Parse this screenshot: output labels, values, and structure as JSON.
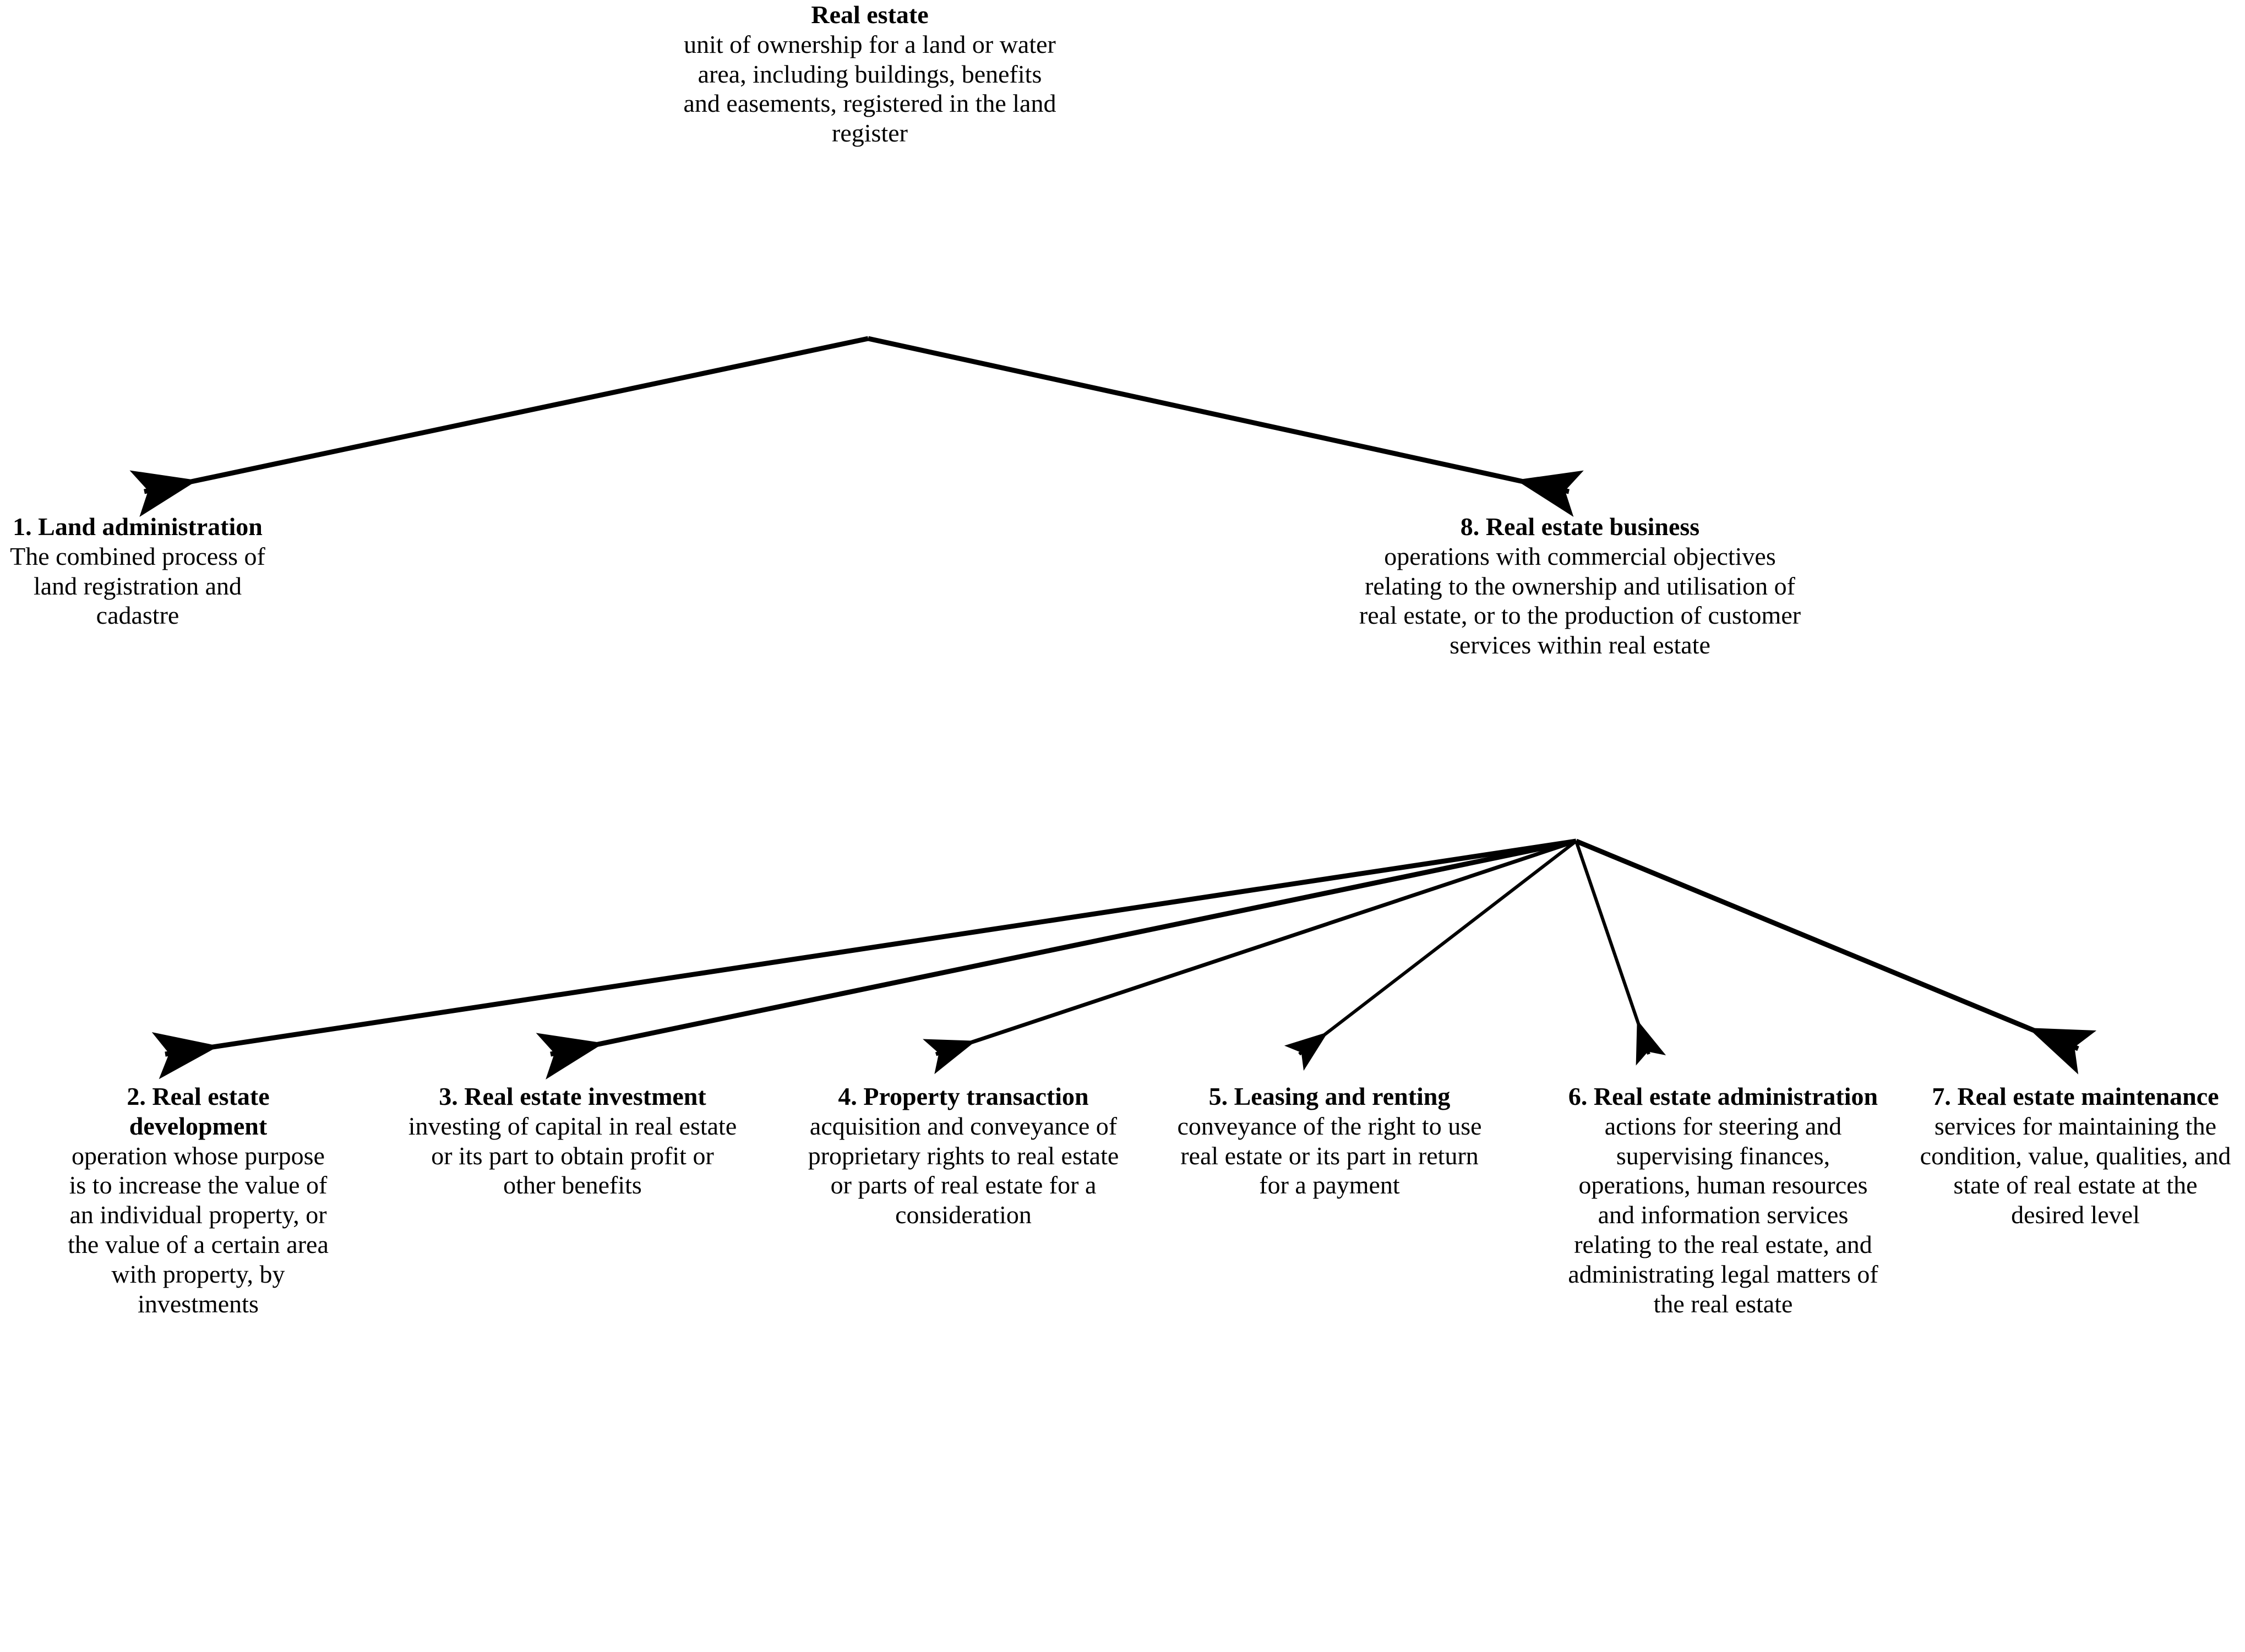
{
  "diagram": {
    "type": "hierarchy-tree",
    "orientation": "top-down",
    "line_color": "#000000",
    "background_color": "#ffffff",
    "text_color": "#000000",
    "nodes": [
      {
        "id": "root",
        "title": "Real estate",
        "description": "unit of ownership for a land or water area, including buildings, benefits and easements, registered in the land register"
      },
      {
        "id": "n1",
        "title": "1. Land administration",
        "description": "The combined process of land registration and cadastre"
      },
      {
        "id": "n8",
        "title": "8. Real estate business",
        "description": "operations with commercial objectives relating to the ownership and utilisation of real estate, or to the production of customer services within real estate"
      },
      {
        "id": "n2",
        "title": "2. Real estate development",
        "description": "operation whose purpose is to increase the value of an individual property, or the value of a certain area with property, by investments"
      },
      {
        "id": "n3",
        "title": "3. Real estate investment",
        "description": "investing of capital in real estate or its part to obtain profit or other benefits"
      },
      {
        "id": "n4",
        "title": "4. Property transaction",
        "description": "acquisition and conveyance of proprietary rights to real estate or parts of real estate for a consideration"
      },
      {
        "id": "n5",
        "title": "5. Leasing and renting",
        "description": "conveyance of the right to use real estate or its part in return for a payment"
      },
      {
        "id": "n6",
        "title": "6. Real estate administration",
        "description": "actions for steering and supervising finances, operations, human resources and information services relating to the real estate, and administrating legal matters of the real estate"
      },
      {
        "id": "n7",
        "title": "7. Real estate maintenance",
        "description": "services for maintaining the condition, value, qualities, and state of real estate at the desired level"
      }
    ],
    "edges": [
      {
        "from": "root",
        "to": "n1"
      },
      {
        "from": "root",
        "to": "n8"
      },
      {
        "from": "n8",
        "to": "n2"
      },
      {
        "from": "n8",
        "to": "n3"
      },
      {
        "from": "n8",
        "to": "n4"
      },
      {
        "from": "n8",
        "to": "n5"
      },
      {
        "from": "n8",
        "to": "n6"
      },
      {
        "from": "n8",
        "to": "n7"
      }
    ]
  }
}
